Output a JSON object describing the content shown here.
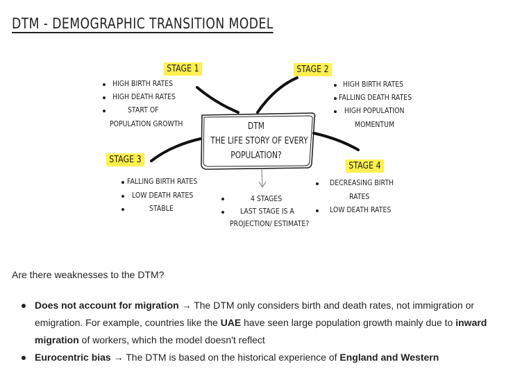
{
  "title": "DTM - DEMOGRAPHIC TRANSITION MODEL",
  "diagram": {
    "center": {
      "line1": "DTM",
      "line2": "THE LIFE STORY OF EVERY",
      "line3": "POPULATION?"
    },
    "stage1": {
      "label": "STAGE 1",
      "notes": [
        "HIGH BIRTH RATES",
        "HIGH DEATH RATES",
        "START OF",
        "POPULATION GROWTH"
      ]
    },
    "stage2": {
      "label": "STAGE 2",
      "notes": [
        "HIGH BIRTH RATES",
        "FALLING DEATH RATES",
        "HIGH POPULATION",
        "MOMENTUM"
      ]
    },
    "stage3": {
      "label": "STAGE 3",
      "notes": [
        "FALLING BIRTH RATES",
        "LOW DEATH RATES",
        "STABLE"
      ]
    },
    "stage4": {
      "label": "STAGE 4",
      "notes": [
        "DECREASING BIRTH",
        "RATES",
        "LOW DEATH RATES"
      ]
    },
    "bottom": {
      "notes": [
        "4 STAGES",
        "LAST STAGE IS A",
        "PROJECTION/ ESTIMATE?"
      ]
    }
  },
  "question": "Are there weaknesses to the DTM?",
  "bullets": [
    {
      "b1": "Does not account for migration",
      "t1": " → The DTM only considers birth and death rates, not immigration or emigration. For example, countries like the ",
      "b2": "UAE",
      "t2": " have seen large population growth mainly due to ",
      "b3": "inward migration",
      "t3": " of workers, which the model doesn't reflect"
    },
    {
      "b1": "Eurocentric bias",
      "t1": " → The DTM is based on the historical experience of ",
      "b2": "England and Western"
    }
  ]
}
